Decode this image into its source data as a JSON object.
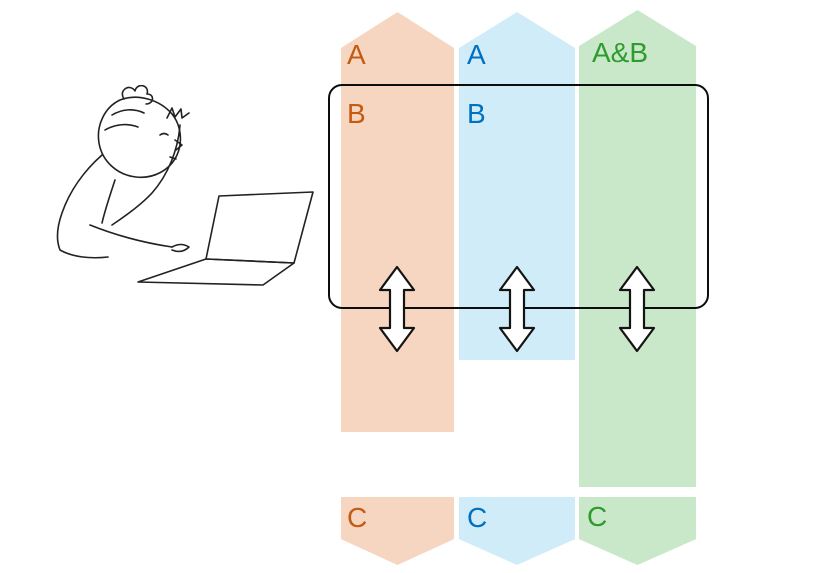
{
  "illustration": {
    "name": "person-thinking-at-laptop-sketch",
    "stroke_color": "#222222"
  },
  "columns": [
    {
      "top_label": "A",
      "row_label": "B",
      "bottom_label": "C",
      "text_color": "#C55A11",
      "fill_color": "#F6D6C1"
    },
    {
      "top_label": "A",
      "row_label": "B",
      "bottom_label": "C",
      "text_color": "#0070C0",
      "fill_color": "#D0ECF8"
    },
    {
      "top_label": "A&B",
      "bottom_label": "C",
      "text_color": "#2E9B2E",
      "fill_color": "#C9E8CA"
    }
  ],
  "frame": {
    "border_color": "#0D0D0D"
  },
  "icons": {
    "double_arrow": "up-down-arrow",
    "double_arrow_count": 3
  }
}
